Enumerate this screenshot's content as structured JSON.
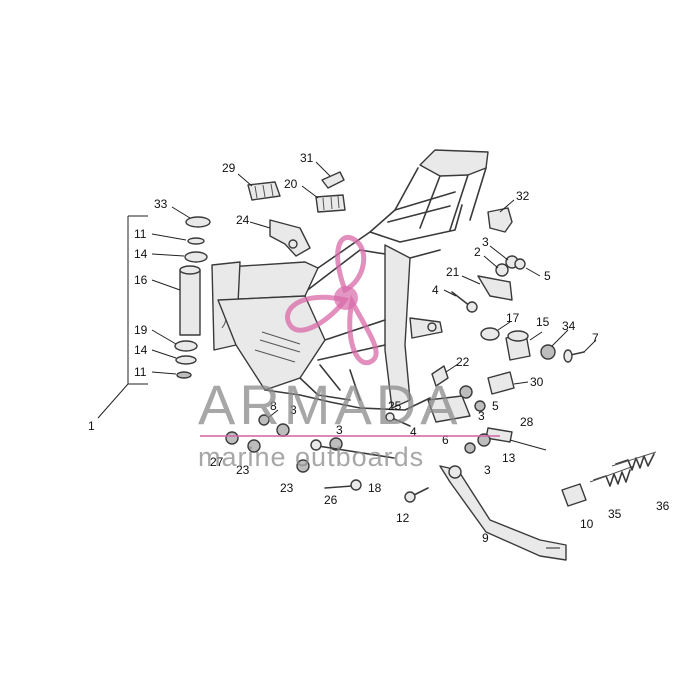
{
  "watermark": {
    "brand": "ARMADA",
    "tagline": "marine outboards",
    "accent_color": "#d86aa8"
  },
  "callouts": {
    "c1": "1",
    "c2": "2",
    "c3a": "3",
    "c3b": "3",
    "c3c": "3",
    "c3d": "3",
    "c3e": "3",
    "c4a": "4",
    "c4b": "4",
    "c5a": "5",
    "c5b": "5",
    "c6": "6",
    "c7": "7",
    "c8": "8",
    "c9": "9",
    "c10": "10",
    "c11a": "11",
    "c11b": "11",
    "c12": "12",
    "c13": "13",
    "c14a": "14",
    "c14b": "14",
    "c15": "15",
    "c16": "16",
    "c17": "17",
    "c18": "18",
    "c19": "19",
    "c20": "20",
    "c21": "21",
    "c22": "22",
    "c23a": "23",
    "c23b": "23",
    "c24": "24",
    "c25": "25",
    "c26": "26",
    "c27": "27",
    "c28": "28",
    "c29": "29",
    "c30": "30",
    "c31": "31",
    "c32": "32",
    "c33": "33",
    "c34": "34",
    "c35": "35",
    "c36": "36"
  }
}
